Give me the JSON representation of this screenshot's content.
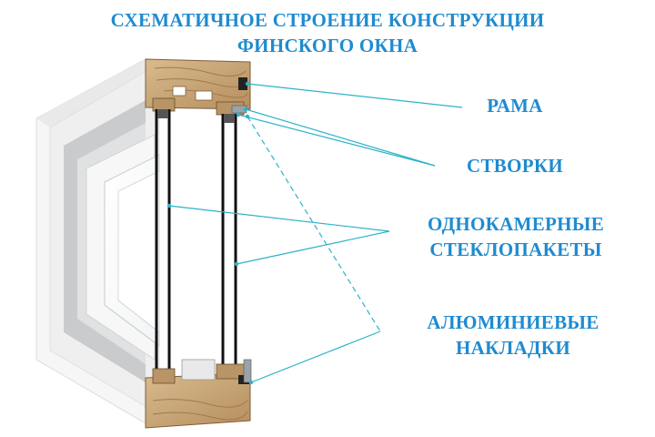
{
  "title": {
    "line1": "СХЕМАТИЧНОЕ СТРОЕНИЕ КОНСТРУКЦИИ",
    "line2": "ФИНСКОГО ОКНА"
  },
  "labels": {
    "frame": "РАМА",
    "sashes": "СТВОРКИ",
    "glazing_line1": "ОДНОКАМЕРНЫЕ",
    "glazing_line2": "СТЕКЛОПАКЕТЫ",
    "trim_line1": "АЛЮМИНИЕВЫЕ",
    "trim_line2": "НАКЛАДКИ"
  },
  "colors": {
    "accent": "#1f8bd0",
    "leader": "#2bb3c8",
    "wood": "#c9a97d",
    "wood_dark": "#8a6a44",
    "frame_white": "#f4f4f4",
    "aluminium": "#9aa3aa"
  }
}
